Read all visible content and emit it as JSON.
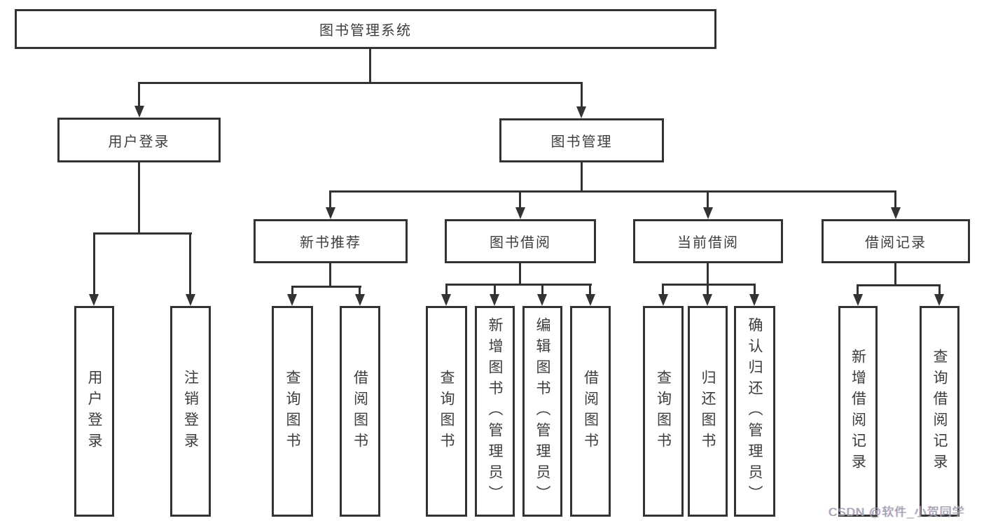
{
  "tree": {
    "root": {
      "label": "图书管理系统",
      "children": [
        {
          "label": "用户登录",
          "children": [
            {
              "label": "用户登录"
            },
            {
              "label": "注销登录"
            }
          ]
        },
        {
          "label": "图书管理",
          "children": [
            {
              "label": "新书推荐",
              "children": [
                {
                  "label": "查询图书"
                },
                {
                  "label": "借阅图书"
                }
              ]
            },
            {
              "label": "图书借阅",
              "children": [
                {
                  "label": "查询图书"
                },
                {
                  "label": "新增图书（管理员）"
                },
                {
                  "label": "编辑图书（管理员）"
                },
                {
                  "label": "借阅图书"
                }
              ]
            },
            {
              "label": "当前借阅",
              "children": [
                {
                  "label": "查询图书"
                },
                {
                  "label": "归还图书"
                },
                {
                  "label": "确认归还（管理员）"
                }
              ]
            },
            {
              "label": "借阅记录",
              "children": [
                {
                  "label": "新增借阅记录"
                },
                {
                  "label": "查询借阅记录"
                }
              ]
            }
          ]
        }
      ]
    }
  },
  "watermark": {
    "text": "CSDN @软件_小贺同学"
  },
  "colors": {
    "line": "#333333",
    "text": "#3d3d3d",
    "node_background": "#ffffff",
    "watermark": "#9ba1a9"
  }
}
